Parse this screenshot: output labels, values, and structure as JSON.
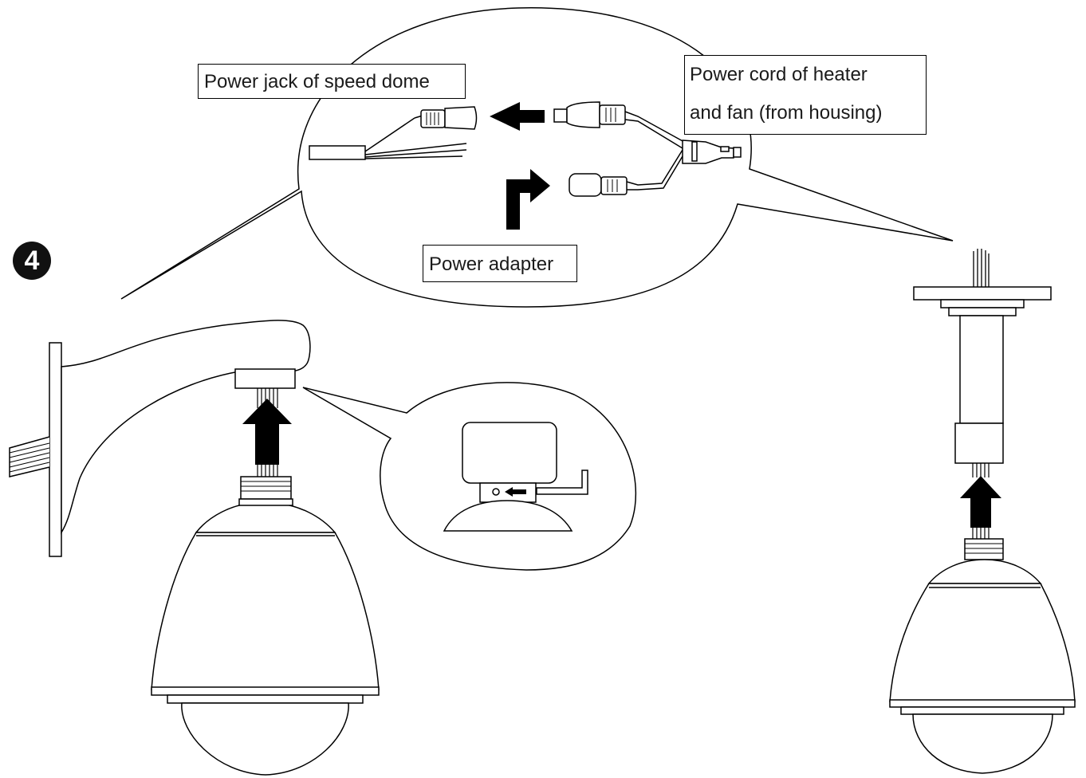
{
  "labels": {
    "power_jack": "Power jack of speed dome",
    "power_cord_line1": "Power cord of heater",
    "power_cord_line2": "and fan (from housing)",
    "power_adapter": "Power adapter"
  },
  "step_number": "4",
  "colors": {
    "line": "#000000",
    "fill": "#ffffff",
    "arrow": "#000000"
  }
}
